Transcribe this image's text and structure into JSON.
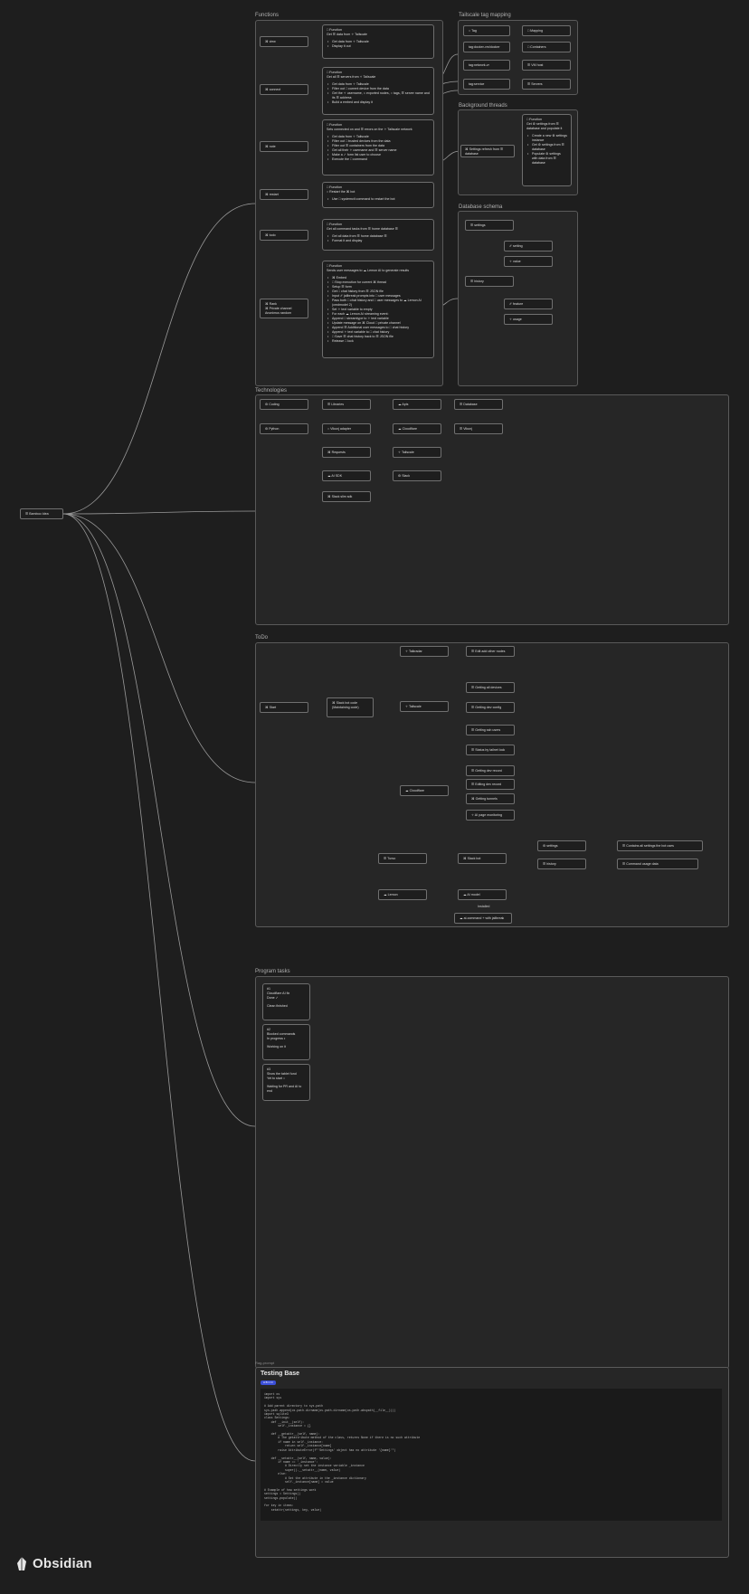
{
  "root": "☰ Bamboo Idea",
  "groups": {
    "functions": "Functions",
    "tailscale": "Tailscale tag mapping",
    "background": "Background threads",
    "database": "Database schema",
    "technologies": "Technologies",
    "todo": "ToDo",
    "program_tasks": "Program tasks",
    "rag": "Rag-prompt"
  },
  "functions": {
    "nodes": [
      "⌘ view",
      "⌘ connect",
      "⌘ note",
      "⌘ restart",
      "⌘ todo",
      "⌘ Rank\n⌘ Private channel\nAnonimus random"
    ],
    "cards": [
      {
        "title": "□ Function\nGet ☰ data from ✧ Tailscale",
        "items": [
          "Get data from ✧ Tailscale",
          "Display it out"
        ]
      },
      {
        "title": "□ Function\nGet all ☰ servers from ✧ Tailscale",
        "items": [
          "Get data from ✧ Tailscale",
          "Filter out □ current device from the data",
          "Get the ✧ username, ⌂ exported nodes, ○ tags, ☰ server name and its ☰ address",
          "Build a embed and display it"
        ]
      },
      {
        "title": "□ Function\nSets connected on and ☰ errors on the ✧ Tailscale network",
        "items": [
          "Get data from ✧ Tailscale",
          "Filter out □ trusted devices from the data",
          "Filter out ☰ containers from the data",
          "Get all their ✧ username and ☰ server name",
          "Make a ✓ form list user to choose",
          "Execute the □ command"
        ]
      },
      {
        "title": "□ Function\n○ Restart the ⌘ bot",
        "items": [
          "Use □ systemctl command to restart the bot"
        ]
      },
      {
        "title": "□ Function\nGet all command tasks from ☰ home database ☰",
        "items": [
          "Get all data from ☰ home database ☰",
          "Format it and display"
        ]
      },
      {
        "title": "□ Function\nSends user messages to ☁ Lemon AI to generate results",
        "items": [
          "⌘ Embed",
          "□ Stop execution for current ⌘ thread",
          "Setup ☰ form",
          "Get □ chat history from ☰ JSON file",
          "Input ✐ jailbreak prompts into □ user messages",
          "Pass both □ chat history and □ user messages to ☁ Lemon AI (cmdmodel 2)",
          "Set ✧ text variable to empty",
          "For each ☁ Lemon AI streaming event:",
          "    Append □ streamtype to ✧ text variable",
          "    Update message on ⌘ Cloud □ private channel",
          "Append ☰ Additional user messages to □ chat history",
          "Append ✧ text variable to □ chat history",
          "□ Save ☰ chat history back to ☰ JSON file",
          "Release □ lock"
        ]
      }
    ]
  },
  "tailscale": {
    "tags": [
      "○ Tag",
      "tag:docker-vm/docker",
      "tag:network-vr",
      "tag:service"
    ],
    "mapping": [
      "□ Mapping",
      "□ Containers",
      "☰ VM host",
      "☰ Servers"
    ]
  },
  "background": {
    "node": "⌘ Settings refresh from ☰ database",
    "card_title": "□ Function\nGet ⚙ settings from ☰ database and populate it",
    "card_items": [
      "Create a new ⚙ settings instance",
      "Get ⚙ settings from ☰ database",
      "Populate ⚙ settings with data from ☰ database"
    ]
  },
  "database": {
    "tables": [
      "☰ settings",
      "☰ history"
    ],
    "fields": [
      "✐ setting",
      "✧ value",
      "✐ feature",
      "✧ usage"
    ]
  },
  "technologies": {
    "nodes": [
      "⚙ Coding",
      "☰ Libraries",
      "☁ Apis",
      "☰ Database",
      "⚙ Python",
      "○ Vikunj adapter",
      "☁ Cloudflare",
      "☰ Vikunj",
      "⌘ Requests",
      "✧ Tailscale",
      "☁ AI SDK",
      "⚙ Slack",
      "⌘ Slack slim sdk"
    ]
  },
  "todo": {
    "start": "⌘ Start",
    "hub": "⌘ Slack bot code\n(Maintaining code)",
    "branches": [
      "✧ Talkradar",
      "✧ Tailscale",
      "☁ Cloudflare",
      "☰ Turso",
      "☁ Lemon"
    ],
    "items": [
      "☰ Edit add other nodes",
      "☰ Getting all devices",
      "☰ Getting dev config",
      "☰ Getting ssh users",
      "☰ Status by tailnet lock",
      "☰ Getting dev record",
      "☰ Editing dev record",
      "⌘ Getting tunnels",
      "✧ AI page monitoring"
    ],
    "slack_bot": "⌘ Slack bot",
    "db_nodes": [
      "⚙ settings",
      "☰ history"
    ],
    "db_items": [
      "☰ Contains all settings the bot uses",
      "☰ Command usage data"
    ],
    "ai_model": "☁ AI model",
    "installed": "Installed",
    "ai_install": "☁ ai-command + with jailbreak"
  },
  "tasks": [
    {
      "num": "#1",
      "name": "Cloudflare AI fix",
      "status": "Done ✓",
      "note": "Clean finished"
    },
    {
      "num": "#2",
      "name": "Blocked commands",
      "status": "In progress ◐",
      "note": "Working on it"
    },
    {
      "num": "#3",
      "name": "Show the tablet fund",
      "status": "Yet to start ○",
      "note": "Waiting for PR and AI to end"
    }
  ],
  "rag": {
    "title": "Testing Base",
    "badge": "A B C D",
    "code": "import os\nimport sys\n\n# Add parent directory to sys.path\nsys.path.append(os.path.dirname(os.path.dirname(os.path.abspath(__file__))))\nimport sqlite3\nclass Settings:\n    def __init__(self):\n        self._instance = {}\n\n    def __getattr__(self, name):\n        # The getattribute method of the class, returns None if there is no such attribute\n        if name in self._instance:\n            return self._instance[name]\n        raise AttributeError(f\"'Settings' object has no attribute '{name}'\")\n\n    def __setattr__(self, name, value):\n        if name == '_instance':\n            # Directly set the instance variable _instance\n            super().__setattr__(name, value)\n        else:\n            # Set the attribute in the _instance dictionary\n            self._instance[name] = value\n\n# Example of how settings work\nsettings = Settings()\nsettings.populate()\n\nfor key in items:\n    setattr(settings, key, value)"
  },
  "brand": "Obsidian"
}
